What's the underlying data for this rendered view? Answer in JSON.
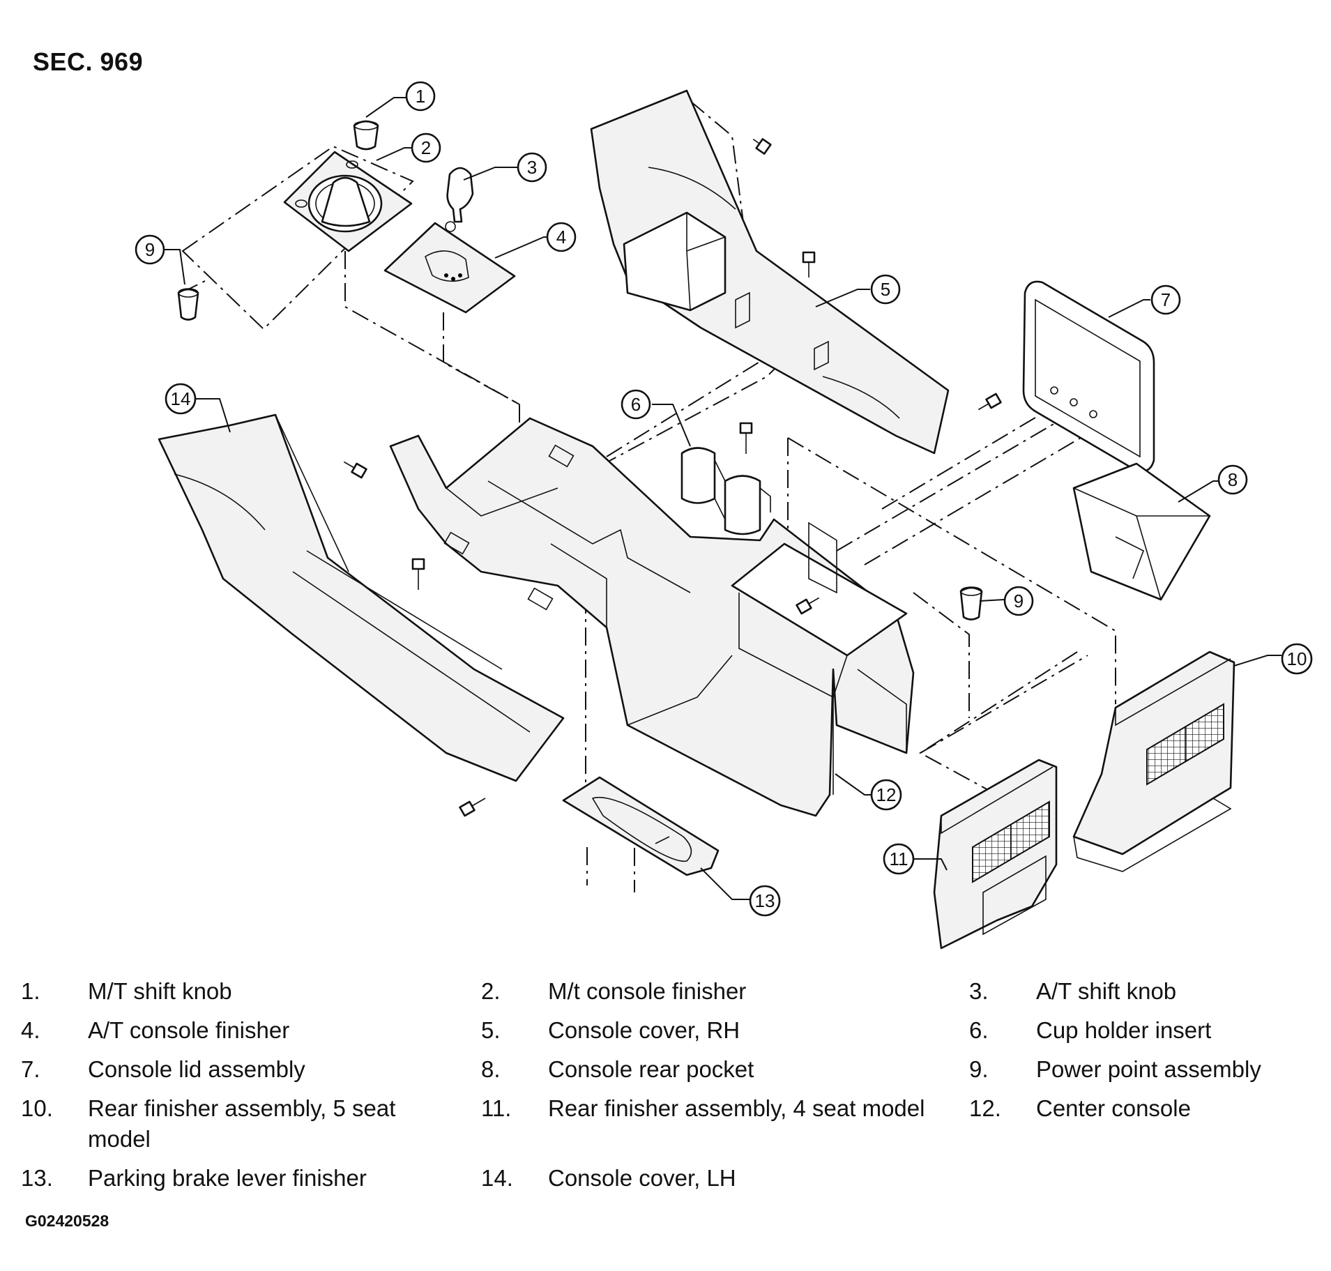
{
  "section_title": "SEC. 969",
  "image_code": "G02420528",
  "callouts": [
    "1",
    "2",
    "3",
    "4",
    "5",
    "6",
    "7",
    "8",
    "9",
    "10",
    "11",
    "12",
    "13",
    "14"
  ],
  "legend": [
    {
      "num": "1.",
      "text": "M/T shift knob"
    },
    {
      "num": "2.",
      "text": "M/t console finisher"
    },
    {
      "num": "3.",
      "text": "A/T shift knob"
    },
    {
      "num": "4.",
      "text": "A/T console finisher"
    },
    {
      "num": "5.",
      "text": "Console cover, RH"
    },
    {
      "num": "6.",
      "text": "Cup holder insert"
    },
    {
      "num": "7.",
      "text": "Console lid assembly"
    },
    {
      "num": "8.",
      "text": "Console rear pocket"
    },
    {
      "num": "9.",
      "text": "Power point assembly"
    },
    {
      "num": "10.",
      "text": "Rear finisher assembly, 5 seat model"
    },
    {
      "num": "11.",
      "text": "Rear finisher assembly, 4 seat model"
    },
    {
      "num": "12.",
      "text": "Center console"
    },
    {
      "num": "13.",
      "text": "Parking brake lever finisher"
    },
    {
      "num": "14.",
      "text": "Console cover, LH"
    }
  ]
}
